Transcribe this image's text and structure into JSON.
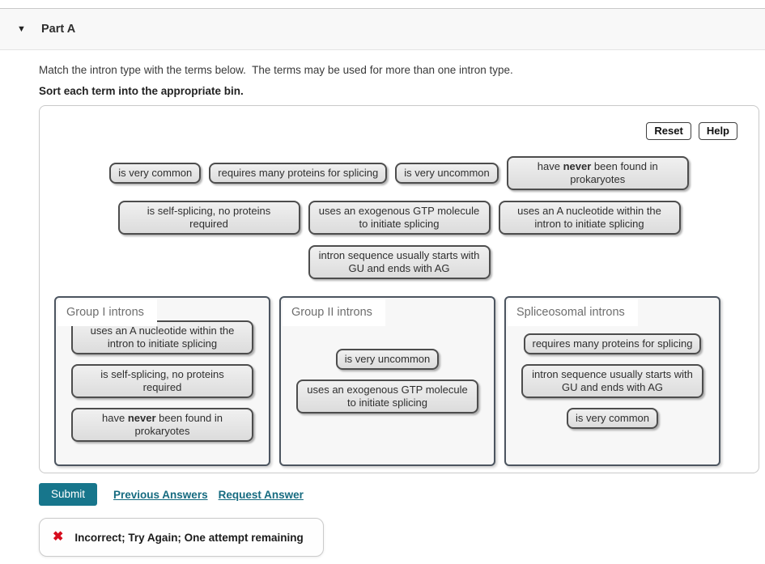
{
  "header": {
    "collapse_icon": "▼",
    "title": "Part A"
  },
  "instructions": {
    "line1": "Match the intron type with the terms below.  The terms may be used for more than one intron type.",
    "line2": "Sort each term into the appropriate bin."
  },
  "activity": {
    "reset_label": "Reset",
    "help_label": "Help",
    "pool_rows": {
      "row1": [
        "is very common",
        "requires many proteins for splicing",
        "is very uncommon",
        "have **never** been found in prokaryotes"
      ],
      "row2": [
        "is self-splicing, no proteins required",
        "uses an exogenous GTP molecule to initiate splicing",
        "uses an A nucleotide within the intron to initiate splicing"
      ],
      "row3": [
        "intron sequence usually starts with GU and ends with AG"
      ]
    },
    "bins": [
      {
        "label": "Group I introns",
        "chips": [
          "uses an A nucleotide within the intron to initiate splicing",
          "is self-splicing, no proteins required",
          "have **never** been found in prokaryotes"
        ]
      },
      {
        "label": "Group II introns",
        "chips": [
          "is very uncommon",
          "uses an exogenous GTP molecule to initiate splicing"
        ]
      },
      {
        "label": "Spliceosomal introns",
        "chips": [
          "requires many proteins for splicing",
          "intron sequence usually starts with GU and ends with AG",
          "is very common"
        ]
      }
    ]
  },
  "footer": {
    "submit_label": "Submit",
    "previous_answers_label": "Previous Answers",
    "request_answer_label": "Request Answer"
  },
  "feedback": {
    "icon": "✖",
    "message": "Incorrect; Try Again; One attempt remaining"
  },
  "colors": {
    "accent_teal": "#17768c",
    "error_red": "#d60d1e"
  }
}
